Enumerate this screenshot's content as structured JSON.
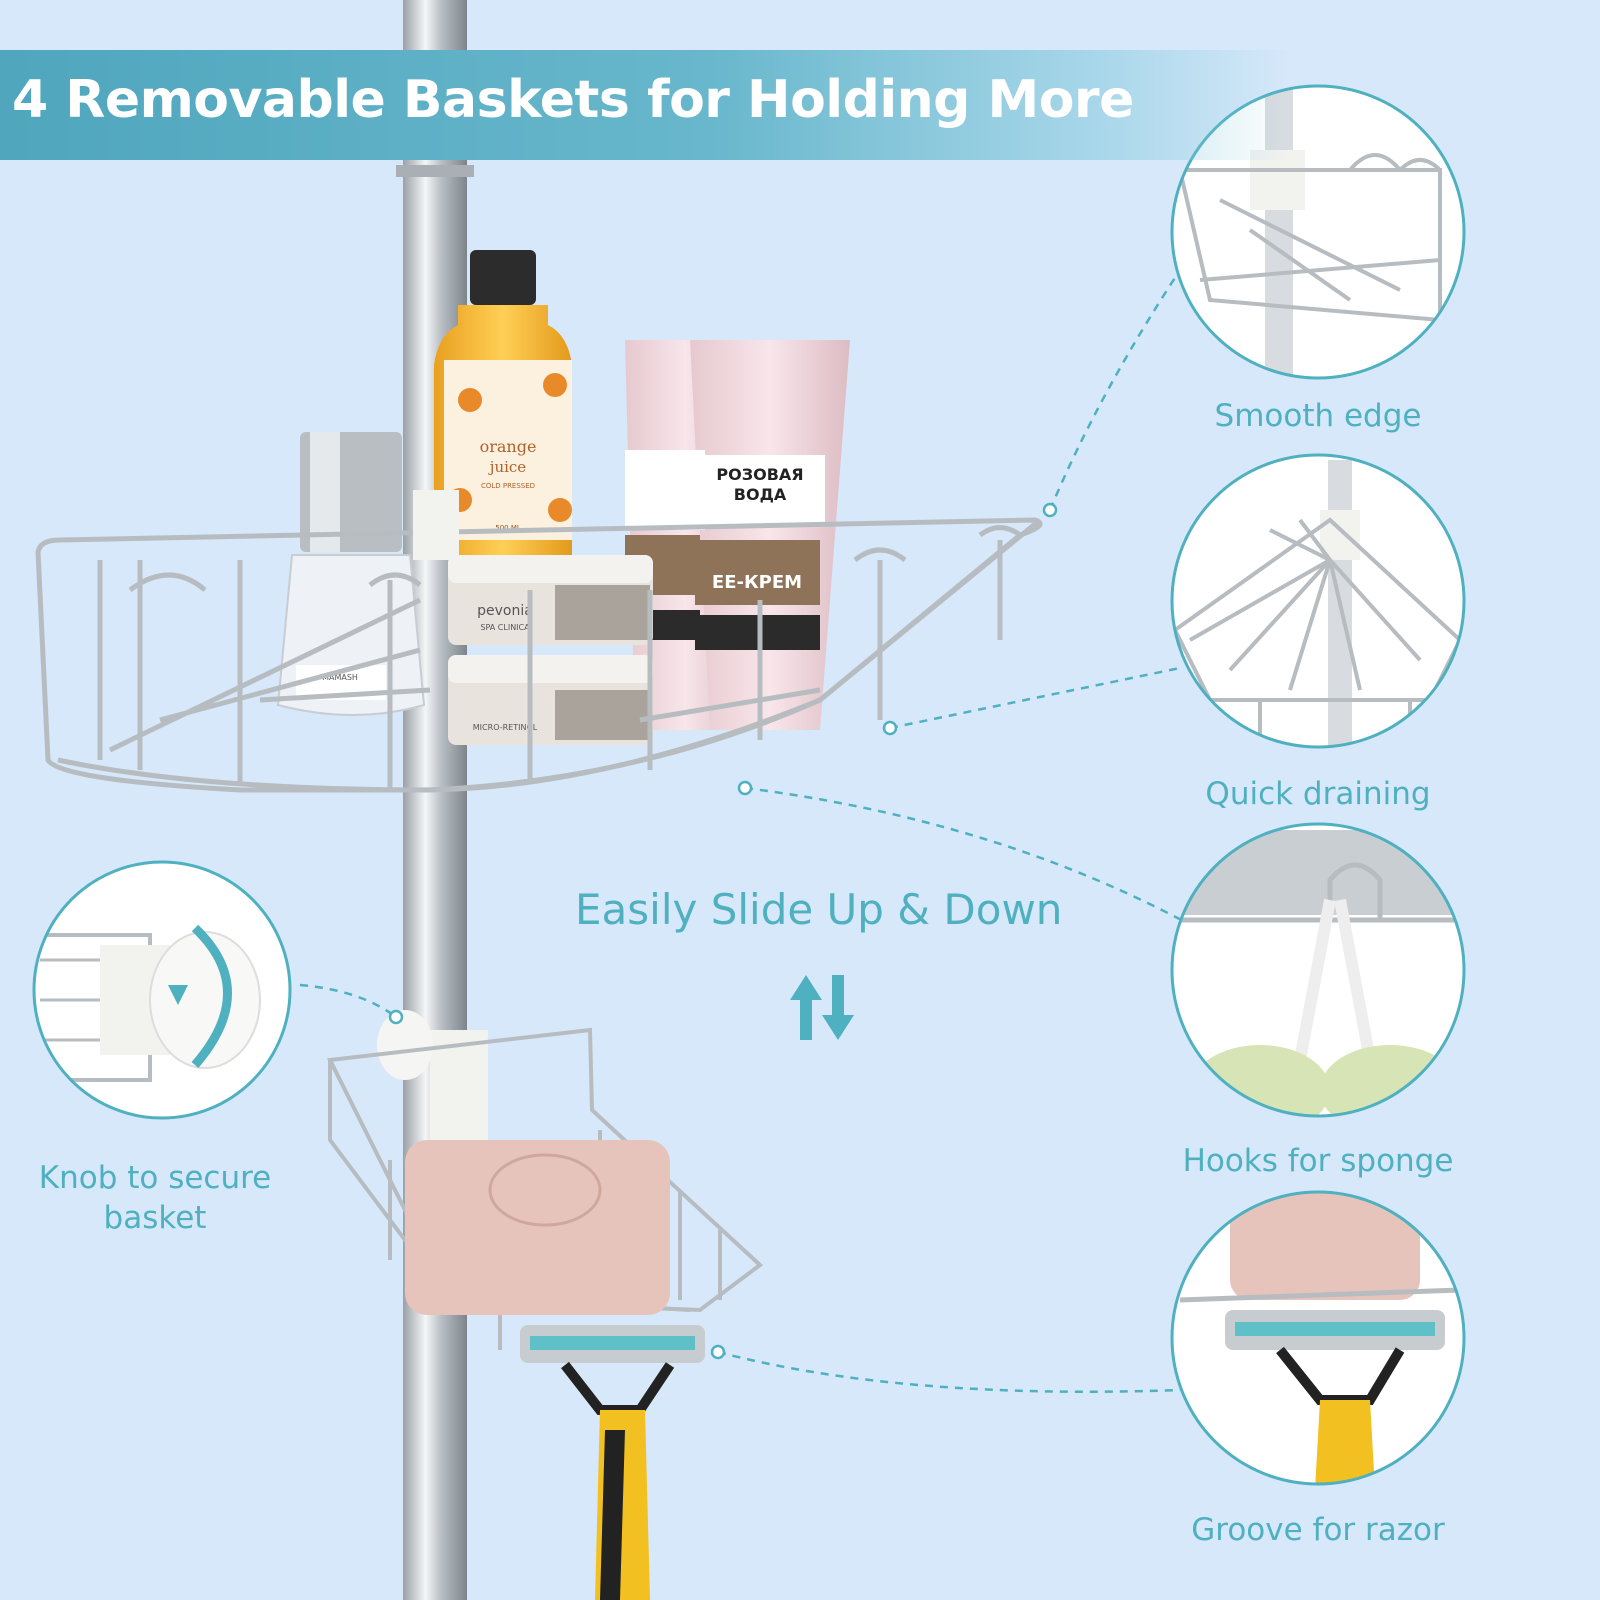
{
  "banner": {
    "title": "4 Removable Baskets for Holding More"
  },
  "center_label": "Easily Slide Up & Down",
  "callouts": [
    {
      "name": "smooth-edge",
      "text": "Smooth edge"
    },
    {
      "name": "quick-draining",
      "text": "Quick draining"
    },
    {
      "name": "hooks-for-sponge",
      "text": "Hooks for sponge"
    },
    {
      "name": "groove-for-razor",
      "text": "Groove for razor"
    }
  ],
  "knob_label": {
    "line1": "Knob to secure",
    "line2": "basket"
  },
  "products": {
    "bottle_label": "orange",
    "bottle_label2": "juice",
    "bottle_label3": "COLD PRESSED",
    "bottle_volume": "500 ML",
    "tube_text": "РОЗОВАЯ",
    "tube_text2": "ВОДА",
    "tube_text3": "EE-КРЕМ",
    "jar_brand": "pevonia",
    "jar_line": "SPA CLINICA",
    "jar_product": "MICRO-RETINOL",
    "mamash": "MAMASH"
  },
  "colors": {
    "background": "#d6e8fa",
    "accent": "#4fb0bf",
    "banner": "#4fa6bd",
    "chrome": "#c9ced3"
  }
}
